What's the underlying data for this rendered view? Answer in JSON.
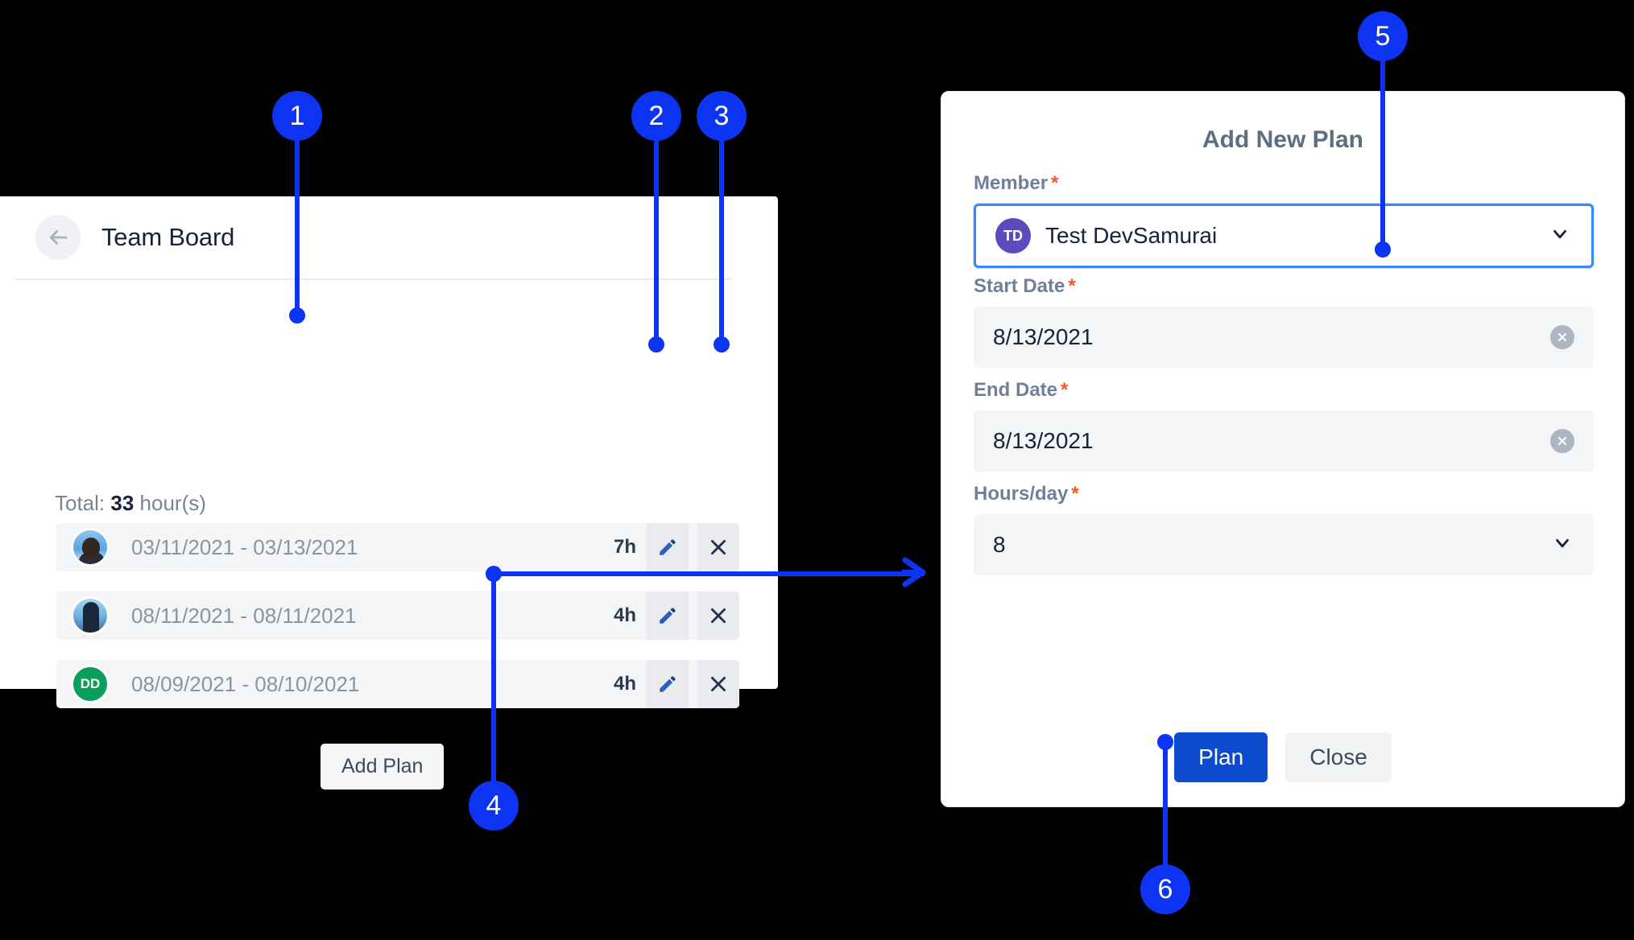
{
  "board": {
    "title": "Team Board",
    "back_icon": "arrow-left-icon",
    "total_prefix": "Total:",
    "total_value": "33",
    "total_suffix": "hour(s)",
    "add_plan_label": "Add Plan",
    "rows": [
      {
        "avatar_type": "photo",
        "avatar_initials": "",
        "dates": "03/11/2021 - 03/13/2021",
        "hours": "7h",
        "edit_icon": "pencil-icon",
        "delete_icon": "close-icon"
      },
      {
        "avatar_type": "photo",
        "avatar_initials": "",
        "dates": "08/11/2021 - 08/11/2021",
        "hours": "4h",
        "edit_icon": "pencil-icon",
        "delete_icon": "close-icon"
      },
      {
        "avatar_type": "initials",
        "avatar_initials": "DD",
        "dates": "08/09/2021 - 08/10/2021",
        "hours": "4h",
        "edit_icon": "pencil-icon",
        "delete_icon": "close-icon"
      }
    ]
  },
  "dialog": {
    "title": "Add New Plan",
    "required_marker": "*",
    "member": {
      "label": "Member",
      "avatar_initials": "TD",
      "value": "Test DevSamurai",
      "chevron_icon": "chevron-down-icon"
    },
    "start_date": {
      "label": "Start Date",
      "value": "8/13/2021",
      "clear_icon": "clear-circle-icon"
    },
    "end_date": {
      "label": "End Date",
      "value": "8/13/2021",
      "clear_icon": "clear-circle-icon"
    },
    "hours_per_day": {
      "label": "Hours/day",
      "value": "8",
      "chevron_icon": "chevron-down-icon"
    },
    "submit_label": "Plan",
    "close_label": "Close"
  },
  "callouts": [
    {
      "n": "1"
    },
    {
      "n": "2"
    },
    {
      "n": "3"
    },
    {
      "n": "4"
    },
    {
      "n": "5"
    },
    {
      "n": "6"
    }
  ],
  "colors": {
    "callout_blue": "#0d34f2",
    "primary_button": "#0b4ccf",
    "required_asterisk": "#f0582c",
    "focus_border": "#3d87f5",
    "member_avatar": "#5b4bbd",
    "initials_avatar": "#0a9e5c"
  }
}
